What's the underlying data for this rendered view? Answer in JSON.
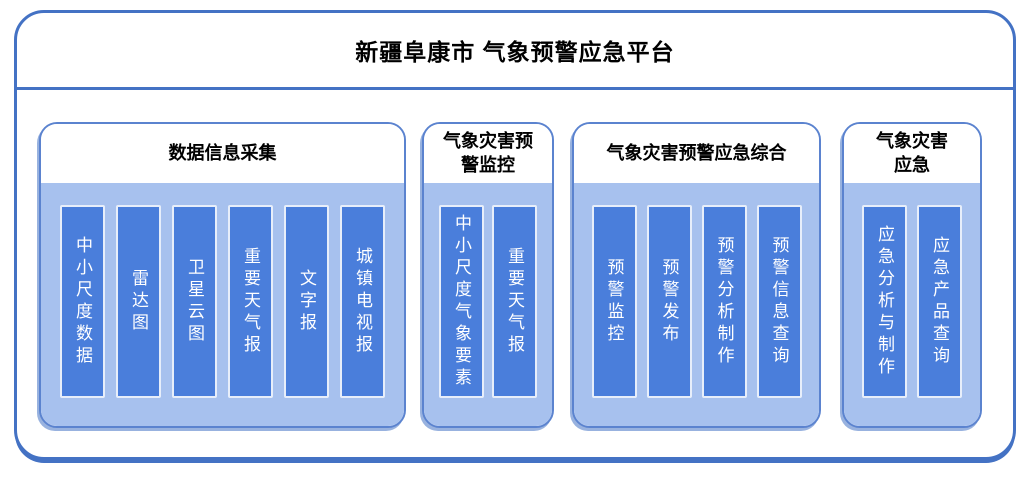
{
  "platform": {
    "title": "新疆阜康市 气象预警应急平台"
  },
  "groups": [
    {
      "header": "数据信息采集",
      "items": [
        "中小尺度数据",
        "雷达图",
        "卫星云图",
        "重要天气报",
        "文字报",
        "城镇电视报"
      ]
    },
    {
      "header": "气象灾害预警监控",
      "items": [
        "中小尺度气象要素",
        "重要天气报"
      ]
    },
    {
      "header": "气象灾害预警应急综合",
      "items": [
        "预警监控",
        "预警发布",
        "预警分析制作",
        "预警信息查询"
      ]
    },
    {
      "header": "气象灾害应急",
      "items": [
        "应急分析与制作",
        "应急产品查询"
      ]
    }
  ],
  "colors": {
    "frame_border": "#4472C4",
    "divider": "#4472C4",
    "group_border": "#5B83CF",
    "group_body_background": "#A7C1EE",
    "module_bar_fill": "#4A7EDB",
    "module_bar_border": "#E7EEFA",
    "title_text": "#000000",
    "module_text": "#FFFFFF"
  }
}
